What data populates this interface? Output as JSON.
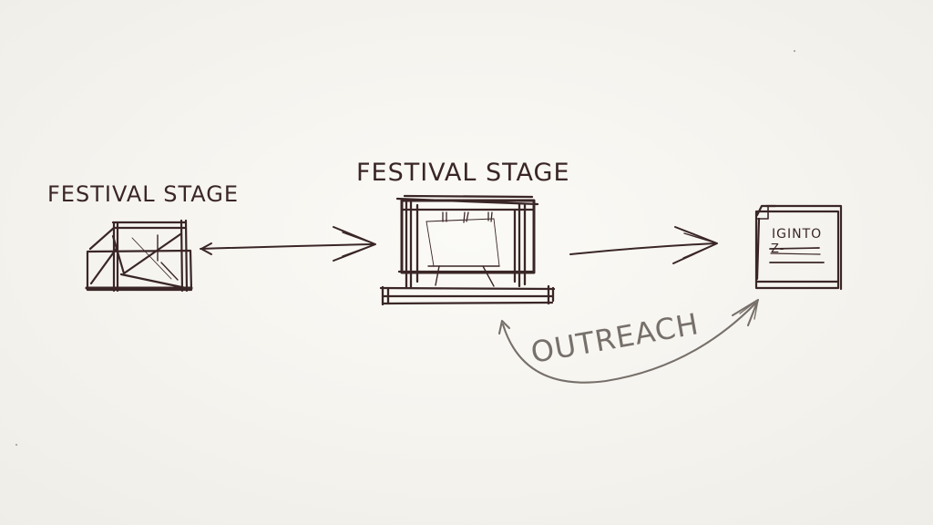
{
  "labels": {
    "stage_left": "FESTIVAL STAGE",
    "stage_center": "FESTIVAL STAGE",
    "document_heading": "IGINTO",
    "document_mark": "Z-",
    "outreach": "OUTREACH"
  },
  "colors": {
    "paper": "#f8f7f3",
    "ink": "#3a2626",
    "pencil": "#77706a"
  }
}
